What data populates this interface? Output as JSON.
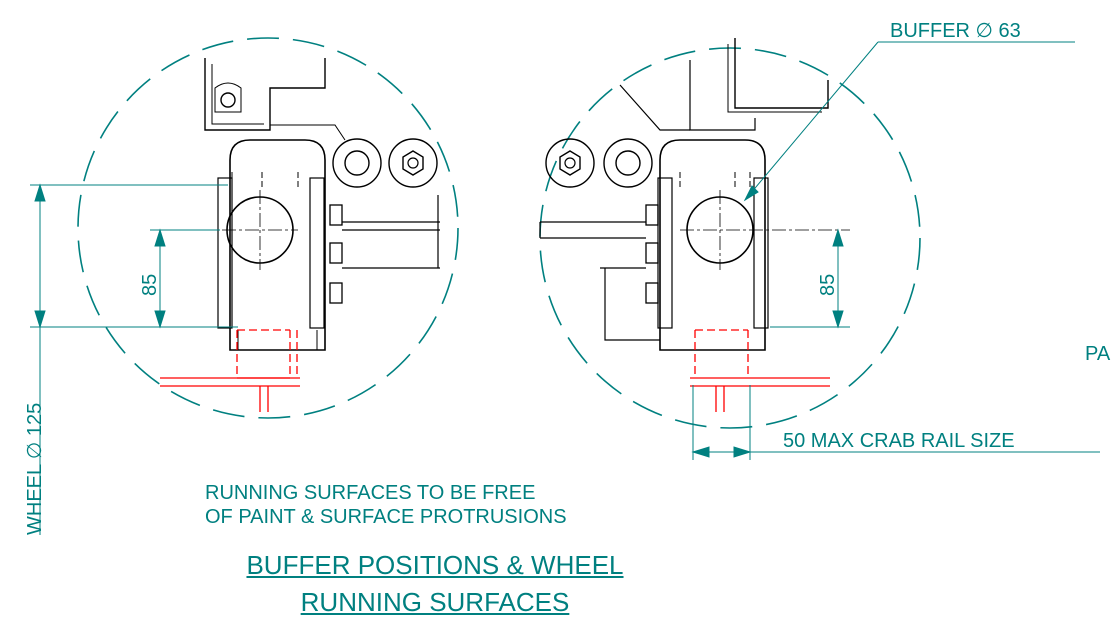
{
  "labels": {
    "buffer": "BUFFER ∅ 63",
    "wheel": "WHEEL ∅ 125",
    "dim_left": "85",
    "dim_right": "85",
    "crab_rail": "50  MAX CRAB RAIL SIZE",
    "partial_right": "PA"
  },
  "notes": {
    "line1": "RUNNING SURFACES TO BE FREE",
    "line2": "OF PAINT & SURFACE PROTRUSIONS"
  },
  "title": {
    "line1": "BUFFER POSITIONS & WHEEL",
    "line2": "RUNNING SURFACES"
  },
  "colors": {
    "dimension": "#008080",
    "hidden": "#ff0000",
    "outline": "#000000"
  }
}
